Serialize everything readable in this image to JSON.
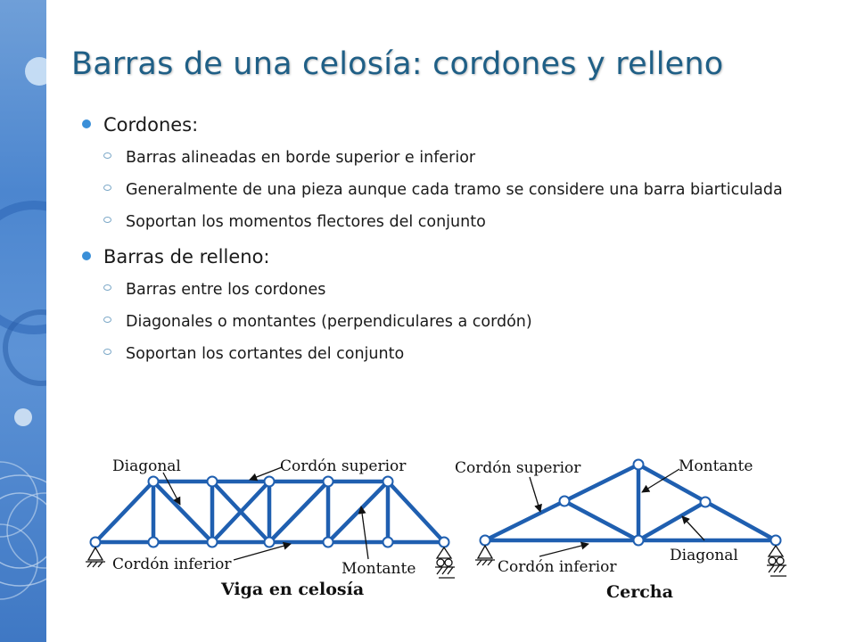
{
  "slide": {
    "title": "Barras de una celosía: cordones y relleno",
    "sections": [
      {
        "heading": "Cordones:",
        "items": [
          "Barras alineadas en borde superior e inferior",
          "Generalmente de una pieza aunque cada tramo se considere una barra biarticulada",
          "Soportan los momentos flectores del conjunto"
        ]
      },
      {
        "heading": "Barras de relleno:",
        "items": [
          "Barras entre los cordones",
          "Diagonales o montantes (perpendiculares a cordón)",
          "Soportan los cortantes del conjunto"
        ]
      }
    ]
  },
  "figure": {
    "viga": {
      "caption": "Viga en celosía",
      "label_diagonal": "Diagonal",
      "label_cordon_superior": "Cordón superior",
      "label_cordon_inferior": "Cordón inferior",
      "label_montante": "Montante"
    },
    "cercha": {
      "caption": "Cercha",
      "label_cordon_superior": "Cordón superior",
      "label_montante": "Montante",
      "label_cordon_inferior": "Cordón inferior",
      "label_diagonal": "Diagonal"
    }
  },
  "colors": {
    "title": "#1f5f86",
    "bullet": "#3a8fd8",
    "member": "#1f5fb0",
    "side_strip": "#4c86cf"
  }
}
